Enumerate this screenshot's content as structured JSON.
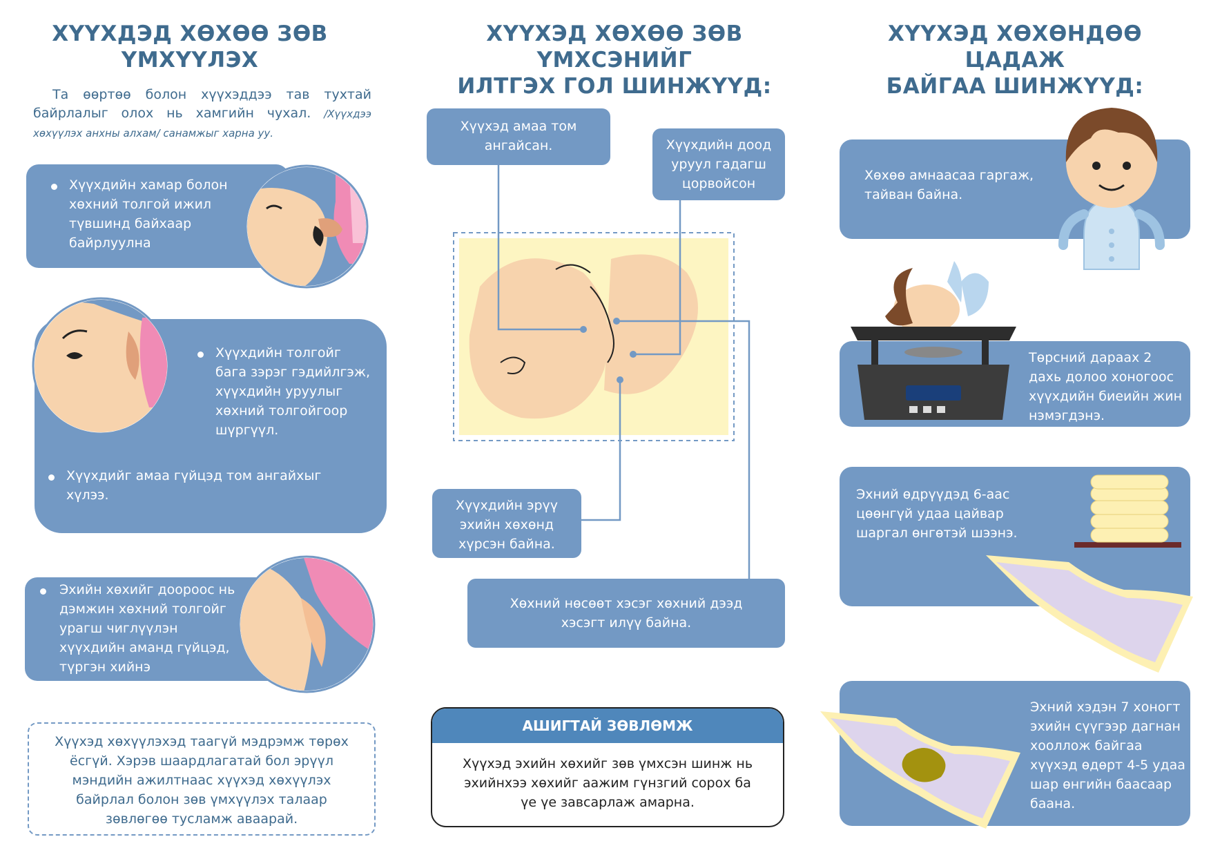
{
  "left": {
    "title_line1": "ХҮҮХДЭД ХӨХӨӨ ЗӨВ",
    "title_line2": "ҮМХҮҮЛЭХ",
    "intro_main": "Та өөртөө болон хүүхэддээ тав тухтай байрлалыг олох нь хамгийн чухал.",
    "intro_small": "/Хүүхдээ хөхүүлэх анхны алхам/ санамжыг харна уу.",
    "step1": "Хүүхдийн хамар болон хөхний толгой ижил түвшинд байхаар байрлуулна",
    "step2a": "Хүүхдийн толгойг бага зэрэг гэдийлгэж, хүүхдийн уруулыг хөхний толгойгоор шүргүүл.",
    "step2b": "Хүүхдийг амаа гүйцэд том ангайхыг хүлээ.",
    "step3": "Эхийн хөхийг доороос нь дэмжин хөхний толгойг урагш чиглүүлэн хүүхдийн аманд гүйцэд, түргэн хийнэ",
    "note": "Хүүхэд хөхүүлэхэд таагүй мэдрэмж төрөх ёсгүй. Хэрэв шаардлагатай бол эрүүл мэндийн ажилтнаас хүүхэд хөхүүлэх байрлал болон зөв үмхүүлэх талаар зөвлөгөө тусламж аваарай."
  },
  "middle": {
    "title_line1": "ХҮҮХЭД ХӨХӨӨ ЗӨВ ҮМХСЭНИЙГ",
    "title_line2": "ИЛТГЭХ ГОЛ ШИНЖҮҮД:",
    "callout_mouth": "Хүүхэд амаа том ангайсан.",
    "callout_lip": "Хүүхдийн доод уруул гадагш цорвойсон",
    "callout_chin": "Хүүхдийн эрүү эхийн хөхөнд хүрсэн байна.",
    "callout_areola": "Хөхний нөсөөт хэсэг хөхний дээд хэсэгт илүү байна.",
    "tip_title": "АШИГТАЙ ЗӨВЛӨМЖ",
    "tip_text": "Хүүхэд эхийн хөхийг зөв үмхсэн шинж нь эхийнхээ хөхийг аажим гүнзгий сорох ба үе үе завсарлаж амарна."
  },
  "right": {
    "title_line1": "ХҮҮХЭД ХӨХӨНДӨӨ ЦАДАЖ",
    "title_line2": "БАЙГАА ШИНЖҮҮД:",
    "sign1": "Хөхөө амнаасаа гаргаж, тайван байна.",
    "sign2": "Төрсний дараах 2 дахь долоо хоногоос хүүхдийн биеийн жин нэмэгдэнэ.",
    "sign3": "Эхний өдрүүдэд 6-аас цөөнгүй удаа цайвар шаргал өнгөтэй шээнэ.",
    "sign4": "Эхний хэдэн 7 хоногт эхийн сүүгээр дагнан хооллож байгаа хүүхэд өдөрт 4-5 удаа шар өнгийн баасаар баана."
  },
  "colors": {
    "box_blue": "#7399c4",
    "title_blue": "#3f6b8e",
    "skin": "#f7d3ad",
    "pink": "#f08bb5",
    "yellow_bg": "#fdf5c2",
    "tip_header": "#4f87bb"
  }
}
